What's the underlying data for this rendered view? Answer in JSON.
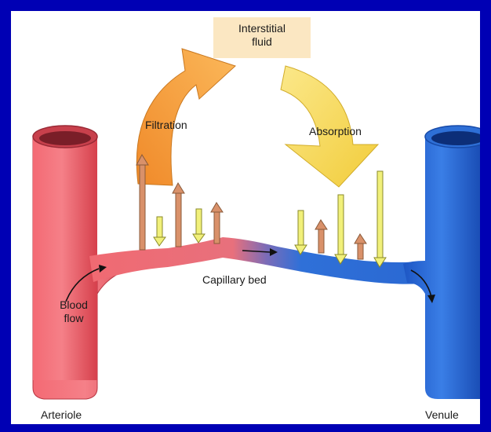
{
  "labels": {
    "interstitial_line1": "Interstitial",
    "interstitial_line2": "fluid",
    "filtration": "Filtration",
    "absorption": "Absorption",
    "capillary_bed": "Capillary bed",
    "blood_line1": "Blood",
    "blood_line2": "flow",
    "arteriole": "Arteriole",
    "venule": "Venule"
  },
  "colors": {
    "frame": "#0000b4",
    "arteriole": "#f05a66",
    "venule": "#2e6fd6",
    "filtration_arrow": "#f5a443",
    "absorption_arrow": "#f7dc5c",
    "up_arrow": "#d9916a",
    "down_arrow": "#f1f07a",
    "fluid_box": "#fbe7c2"
  }
}
